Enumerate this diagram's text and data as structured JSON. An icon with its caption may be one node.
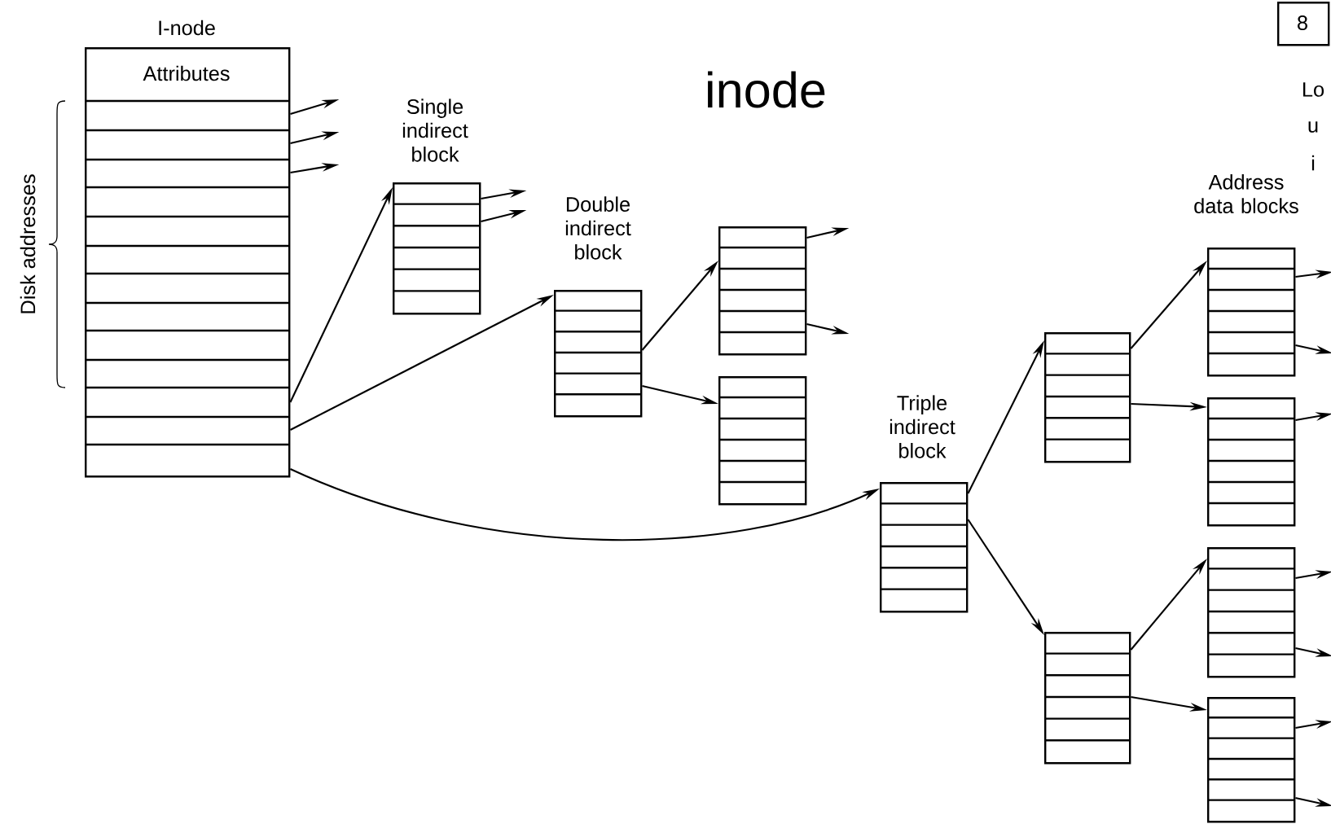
{
  "diagram": {
    "title": "inode",
    "nodes": [
      {
        "text": [
          "I-node",
          "Attributes"
        ]
      },
      {
        "text": [
          "Single indirect block"
        ]
      },
      {
        "text": [
          "Double indirect block"
        ]
      },
      {
        "text": [],
        "shape": "box"
      },
      {
        "text": [],
        "shape": "box"
      },
      {
        "text": [
          "Triple indirect block"
        ]
      },
      {
        "text": [],
        "shape": "box"
      },
      {
        "text": [],
        "shape": "box"
      },
      {
        "text": [],
        "shape": "box"
      },
      {
        "text": [],
        "shape": "box"
      },
      {
        "text": [],
        "shape": "box"
      },
      {
        "text": [],
        "shape": "box"
      },
      {
        "text": [
          "8"
        ]
      }
    ],
    "edges": [
      {
        "from": 0,
        "to": null,
        "arrow": "to"
      },
      {
        "from": 0,
        "to": null,
        "arrow": "to"
      },
      {
        "from": 0,
        "to": null,
        "arrow": "to"
      },
      {
        "from": 0,
        "to": 1,
        "arrow": "to"
      },
      {
        "from": 0,
        "to": 2,
        "arrow": "to"
      },
      {
        "from": 0,
        "to": 5,
        "arrow": "to"
      },
      {
        "from": 1,
        "to": null,
        "arrow": "to"
      },
      {
        "from": 1,
        "to": null,
        "arrow": "to"
      },
      {
        "from": 2,
        "to": 3,
        "arrow": "to"
      },
      {
        "from": 2,
        "to": 4,
        "arrow": "to"
      },
      {
        "from": 3,
        "to": null,
        "arrow": "to"
      },
      {
        "from": 3,
        "to": null,
        "arrow": "to"
      },
      {
        "from": 5,
        "to": 6,
        "arrow": "to"
      },
      {
        "from": 5,
        "to": 7,
        "arrow": "to"
      },
      {
        "from": 6,
        "to": 8,
        "arrow": "to"
      },
      {
        "from": 6,
        "to": 9,
        "arrow": "to"
      },
      {
        "from": 7,
        "to": 10,
        "arrow": "to"
      },
      {
        "from": 7,
        "to": 11,
        "arrow": "to"
      },
      {
        "from": 8,
        "to": null,
        "arrow": "to"
      },
      {
        "from": 8,
        "to": null,
        "arrow": "to"
      },
      {
        "from": 9,
        "to": null,
        "arrow": "to"
      },
      {
        "from": 10,
        "to": null,
        "arrow": "to"
      },
      {
        "from": 10,
        "to": null,
        "arrow": "to"
      },
      {
        "from": 11,
        "to": null,
        "arrow": "to"
      },
      {
        "from": 11,
        "to": null,
        "arrow": "to"
      }
    ],
    "labels": [
      "Disk addresses",
      "Address data blocks",
      "Lo",
      "u",
      "i"
    ]
  }
}
